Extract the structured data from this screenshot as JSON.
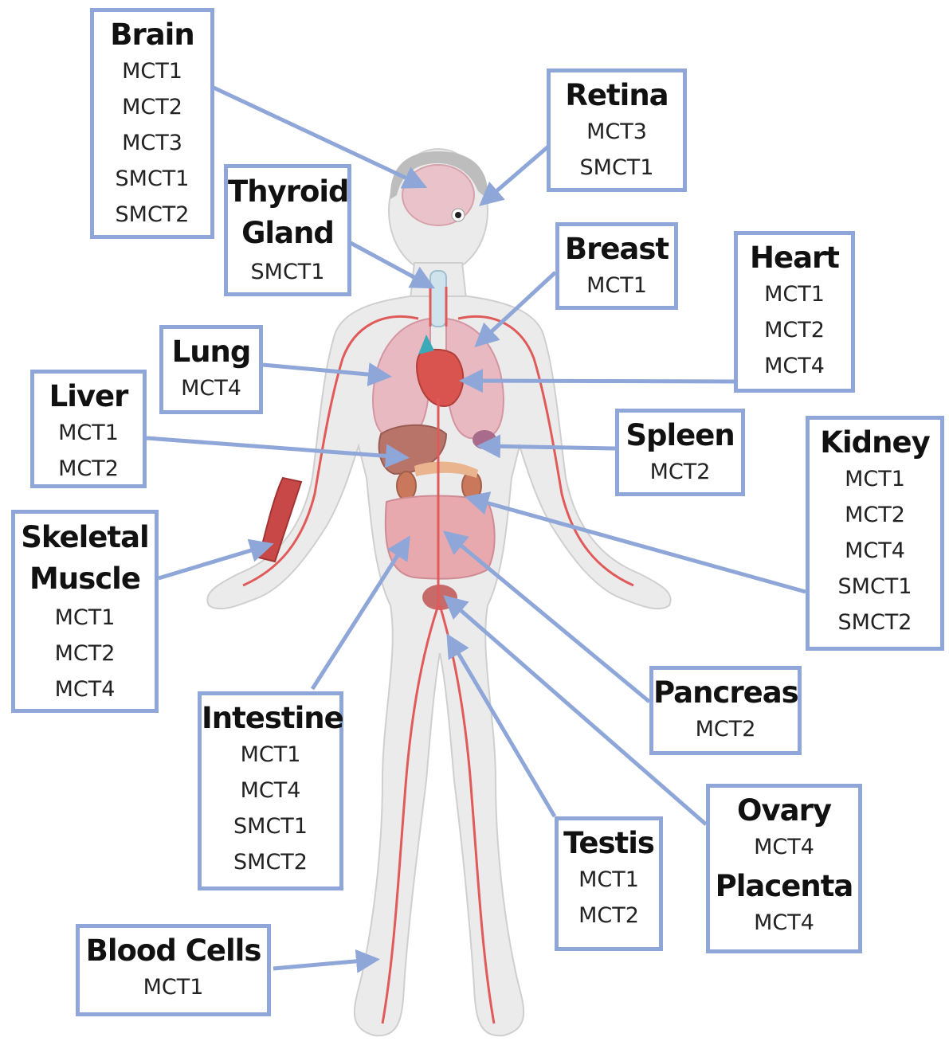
{
  "colors": {
    "box_border": "#8ea6d8",
    "arrow": "#8ea6d8",
    "body": "#e6e6e6",
    "vessel": "#e05a5a",
    "organ": "#d98a8a"
  },
  "labels": {
    "brain": {
      "title": "Brain",
      "items": [
        "MCT1",
        "MCT2",
        "MCT3",
        "SMCT1",
        "SMCT2"
      ]
    },
    "retina": {
      "title": "Retina",
      "items": [
        "MCT3",
        "SMCT1"
      ]
    },
    "thyroid": {
      "title_line1": "Thyroid",
      "title_line2": "Gland",
      "items": [
        "SMCT1"
      ]
    },
    "breast": {
      "title": "Breast",
      "items": [
        "MCT1"
      ]
    },
    "heart": {
      "title": "Heart",
      "items": [
        "MCT1",
        "MCT2",
        "MCT4"
      ]
    },
    "lung": {
      "title": "Lung",
      "items": [
        "MCT4"
      ]
    },
    "liver": {
      "title": "Liver",
      "items": [
        "MCT1",
        "MCT2"
      ]
    },
    "spleen": {
      "title": "Spleen",
      "items": [
        "MCT2"
      ]
    },
    "kidney": {
      "title": "Kidney",
      "items": [
        "MCT1",
        "MCT2",
        "MCT4",
        "SMCT1",
        "SMCT2"
      ]
    },
    "skeletal": {
      "title_line1": "Skeletal",
      "title_line2": "Muscle",
      "items": [
        "MCT1",
        "MCT2",
        "MCT4"
      ]
    },
    "pancreas": {
      "title": "Pancreas",
      "items": [
        "MCT2"
      ]
    },
    "intestine": {
      "title": "Intestine",
      "items": [
        "MCT1",
        "MCT4",
        "SMCT1",
        "SMCT2"
      ]
    },
    "testis": {
      "title": "Testis",
      "items": [
        "MCT1",
        "MCT2"
      ]
    },
    "ovary": {
      "title": "Ovary",
      "items": [
        "MCT4"
      ]
    },
    "placenta": {
      "title": "Placenta",
      "items": [
        "MCT4"
      ]
    },
    "blood": {
      "title": "Blood Cells",
      "items": [
        "MCT1"
      ]
    }
  }
}
